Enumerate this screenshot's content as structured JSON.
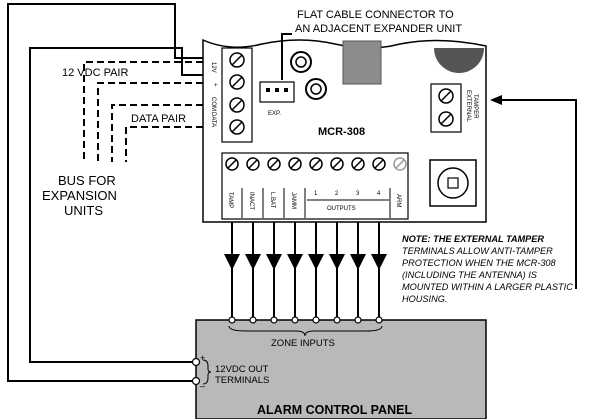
{
  "labels": {
    "flat_cable_line1": "FLAT CABLE CONNECTOR TO",
    "flat_cable_line2": "AN ADJACENT EXPANDER UNIT",
    "vdc_pair": "12 VDC PAIR",
    "data_pair": "DATA PAIR",
    "bus_line1": "BUS FOR",
    "bus_line2": "EXPANSION",
    "bus_line3": "UNITS",
    "model": "MCR-308",
    "exp": "EXP.",
    "term_12v": "12V",
    "term_plus": "+",
    "term_com": "COM",
    "term_data": "DATA",
    "ext_tamper_1": "EXTERNAL",
    "ext_tamper_2": "TAMPER",
    "bottom_terms": [
      "TAMP",
      "INACT",
      "L.BAT",
      "JAMM"
    ],
    "output_numbers": [
      "1",
      "2",
      "3",
      "4"
    ],
    "outputs": "OUTPUTS",
    "arm": "ARM",
    "zone_inputs": "ZONE INPUTS",
    "vdc_out_1": "12VDC OUT",
    "vdc_out_2": "TERMINALS",
    "plus": "+",
    "minus": "–",
    "panel_title": "ALARM CONTROL PANEL",
    "note_lines": [
      "NOTE: THE EXTERNAL TAMPER",
      "TERMINALS ALLOW ANTI-TAMPER",
      "PROTECTION WHEN THE MCR-308",
      "(INCLUDING THE ANTENNA) IS",
      "MOUNTED WITHIN A LARGER PLASTIC",
      "HOUSING."
    ]
  }
}
